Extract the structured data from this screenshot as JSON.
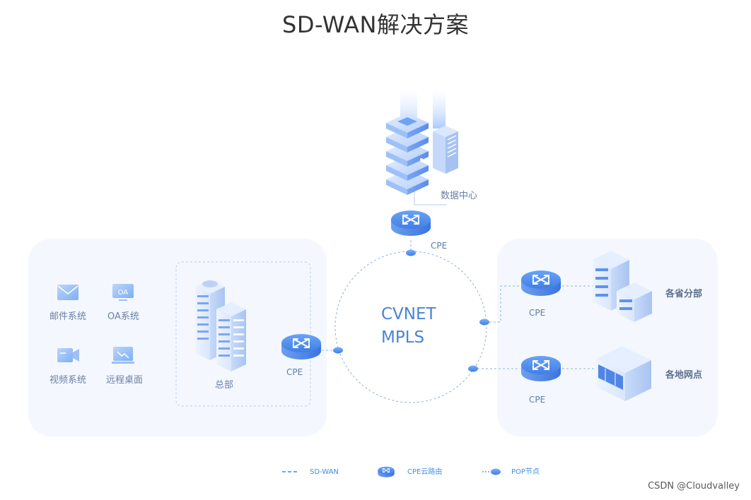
{
  "title": "SD-WAN解决方案",
  "nodes": {
    "datacenter": "数据中心",
    "headquarters": "总部",
    "provincial_branch": "各省分部",
    "local_outlet": "各地网点",
    "cpe_top": "CPE",
    "cpe_left": "CPE",
    "cpe_right_top": "CPE",
    "cpe_right_bottom": "CPE"
  },
  "network": {
    "line1": "CVNET",
    "line2": "MPLS"
  },
  "apps": {
    "mail": {
      "label": "邮件系统",
      "icon": "mail-icon"
    },
    "oa": {
      "label": "OA系统",
      "icon": "oa-icon",
      "badge": "OA"
    },
    "video": {
      "label": "视频系统",
      "icon": "video-camera-icon"
    },
    "remote": {
      "label": "远程桌面",
      "icon": "remote-desktop-icon"
    }
  },
  "legend": {
    "sdwan": "SD-WAN",
    "cpe": "CPE云路由",
    "pop": "POP节点"
  },
  "watermark": "CSDN @Cloudvalley",
  "colors": {
    "accent": "#3c8ee8",
    "dashed_line": "#8fb2e0",
    "panel_bg": "#f4f8fe"
  }
}
